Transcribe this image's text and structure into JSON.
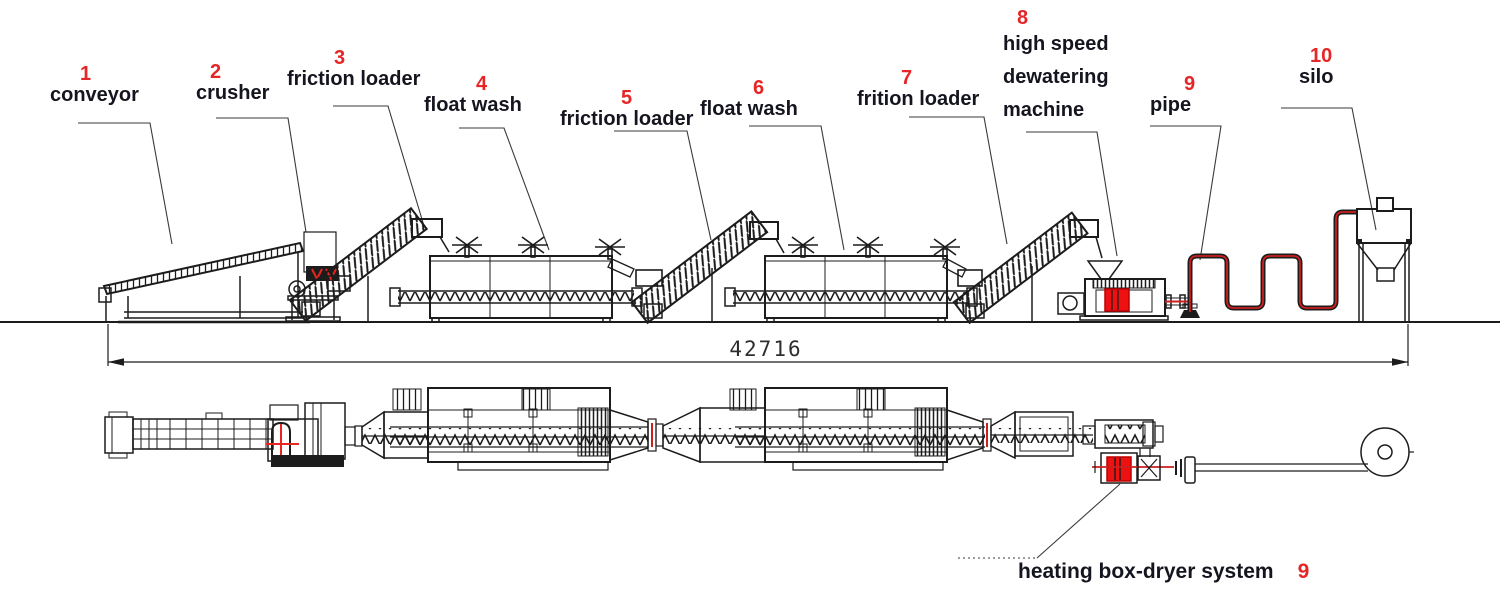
{
  "diagram": {
    "dimension": {
      "value": "42716"
    },
    "colors": {
      "accent_red": "#e62626",
      "fill_red": "#ee1111",
      "line": "#1c1c1c"
    },
    "labels": [
      {
        "number": "1",
        "text": "conveyor"
      },
      {
        "number": "2",
        "text": "crusher"
      },
      {
        "number": "3",
        "text": "friction loader"
      },
      {
        "number": "4",
        "text": "float wash"
      },
      {
        "number": "5",
        "text": "friction loader"
      },
      {
        "number": "6",
        "text": "float wash"
      },
      {
        "number": "7",
        "text": "frition loader"
      },
      {
        "number": "8",
        "text": "high speed dewatering machine",
        "lines": [
          "high speed",
          "dewatering",
          "machine"
        ]
      },
      {
        "number": "9",
        "text": "pipe"
      },
      {
        "number": "10",
        "text": "silo"
      }
    ],
    "footer": {
      "text": "heating box-dryer system",
      "number": "9"
    }
  }
}
